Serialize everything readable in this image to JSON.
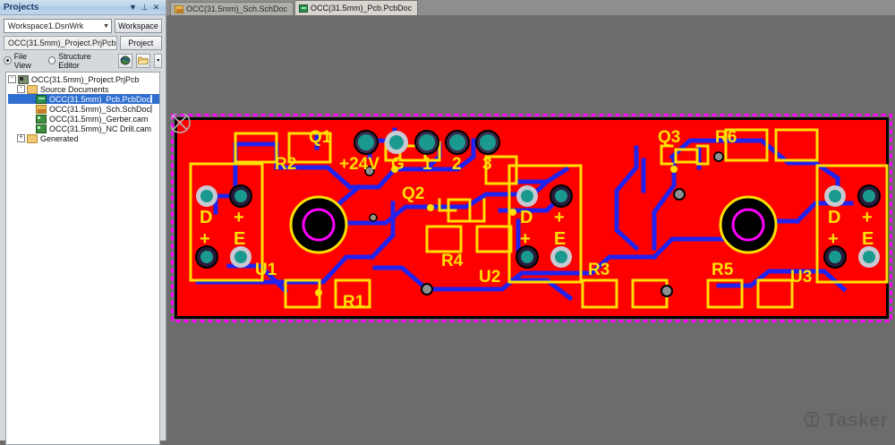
{
  "panel": {
    "title": "Projects",
    "header_icons": [
      "dropdown-icon",
      "pin-icon",
      "close-icon"
    ],
    "workspace_value": "Workspace1.DsnWrk",
    "workspace_button": "Workspace",
    "project_value": "OCC(31.5mm)_Project.PrjPcb",
    "project_button": "Project",
    "view_modes": [
      {
        "label": "File View",
        "selected": true
      },
      {
        "label": "Structure Editor",
        "selected": false
      }
    ],
    "tree": [
      {
        "label": "OCC(31.5mm)_Project.PrjPcb",
        "indent": 0,
        "expander": "-",
        "icon": "project-icon",
        "selected": false,
        "doc": false
      },
      {
        "label": "Source Documents",
        "indent": 1,
        "expander": "-",
        "icon": "folder-icon",
        "selected": false,
        "doc": false
      },
      {
        "label": "OCC(31.5mm)_Pcb.PcbDoc",
        "indent": 2,
        "expander": "",
        "icon": "pcb-doc-icon",
        "selected": true,
        "doc": true
      },
      {
        "label": "OCC(31.5mm)_Sch.SchDoc",
        "indent": 2,
        "expander": "",
        "icon": "sch-doc-icon",
        "selected": false,
        "doc": true
      },
      {
        "label": "OCC(31.5mm)_Gerber.cam",
        "indent": 2,
        "expander": "",
        "icon": "cam-doc-icon",
        "selected": false,
        "doc": false
      },
      {
        "label": "OCC(31.5mm)_NC Drill.cam",
        "indent": 2,
        "expander": "",
        "icon": "cam-doc-icon",
        "selected": false,
        "doc": false
      },
      {
        "label": "Generated",
        "indent": 1,
        "expander": "+",
        "icon": "folder-icon",
        "selected": false,
        "doc": false
      }
    ]
  },
  "tabs": [
    {
      "label": "OCC(31.5mm)_Sch.SchDoc",
      "icon": "sch-doc-icon",
      "active": false
    },
    {
      "label": "OCC(31.5mm)_Pcb.PcbDoc",
      "icon": "pcb-doc-icon",
      "active": true
    }
  ],
  "watermark": {
    "text": "Tasker"
  },
  "pcb": {
    "colors": {
      "background": "#6e6b6b",
      "copper_top": "#ff0000",
      "silkscreen": "#ffe000",
      "trace_bottom": "#2222ee",
      "board_outline": "#ff00ff",
      "hole": "#000000",
      "pad_ring": "#c8c8d0",
      "pad_center": "#1a9a8f",
      "mount_ring": "#ff00ff"
    },
    "designators": [
      "Q1",
      "R2",
      "Q2",
      "R4",
      "U1",
      "R1",
      "U2",
      "Q3",
      "R6",
      "R3",
      "R5",
      "U3"
    ],
    "nets": [
      "+24V",
      "G",
      "1",
      "2",
      "3"
    ],
    "connector_pins": [
      "D",
      "+",
      "+",
      "E"
    ],
    "connectors": [
      "U1",
      "U2",
      "U3"
    ],
    "header_pad_labels": [
      "+24V",
      "G",
      "1",
      "2",
      "3"
    ]
  }
}
